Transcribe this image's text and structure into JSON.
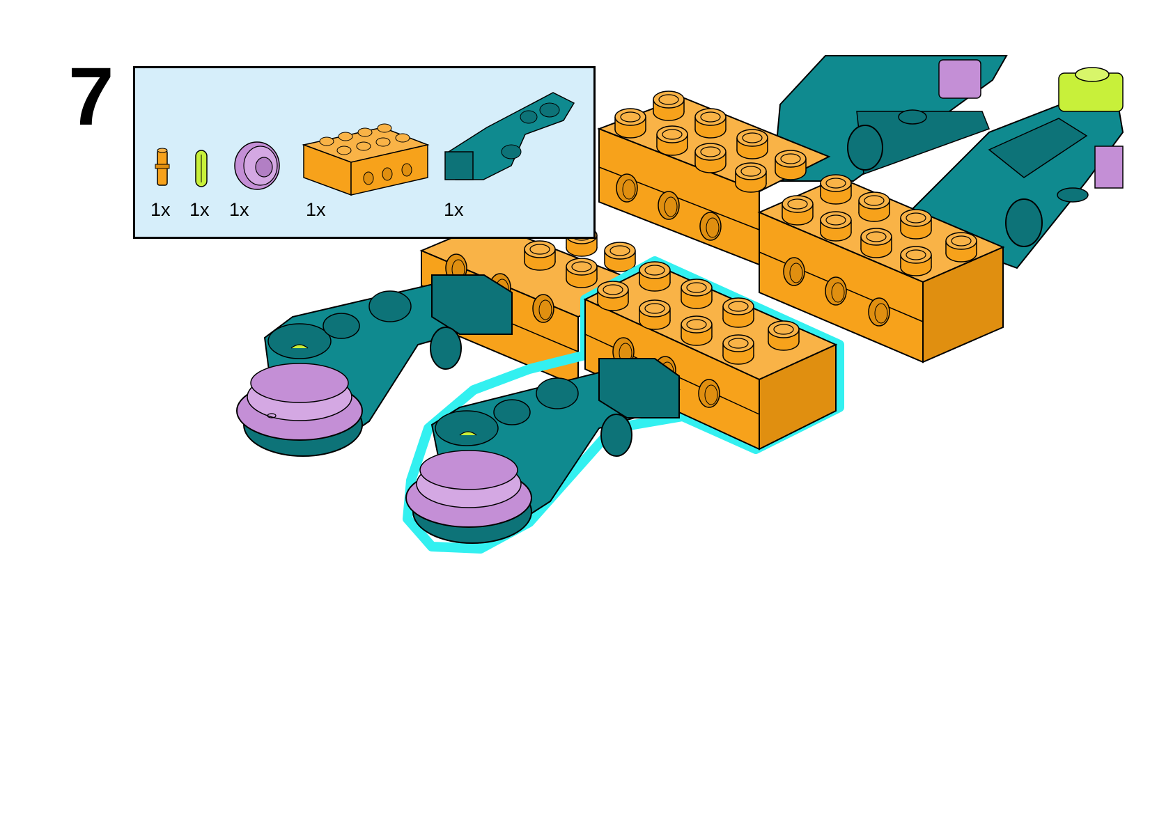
{
  "step": {
    "number": "7"
  },
  "parts_list": {
    "items": [
      {
        "name": "axle-pin-orange",
        "quantity": "1x",
        "color": "#f7a21b"
      },
      {
        "name": "axle-lime",
        "quantity": "1x",
        "color": "#c8f03a"
      },
      {
        "name": "pulley-wheel-lavender",
        "quantity": "1x",
        "color": "#c48fd6"
      },
      {
        "name": "brick-2x4-with-holes-orange",
        "quantity": "1x",
        "color": "#f7a21b"
      },
      {
        "name": "steering-arm-teal",
        "quantity": "1x",
        "color": "#0f8a8f"
      }
    ]
  },
  "colors": {
    "background": "#ffffff",
    "parts_box_fill": "#d6eefa",
    "orange": "#f7a21b",
    "teal": "#0f8a8f",
    "lavender": "#c48fd6",
    "lime": "#c8f03a",
    "highlight": "#33f0f0"
  }
}
